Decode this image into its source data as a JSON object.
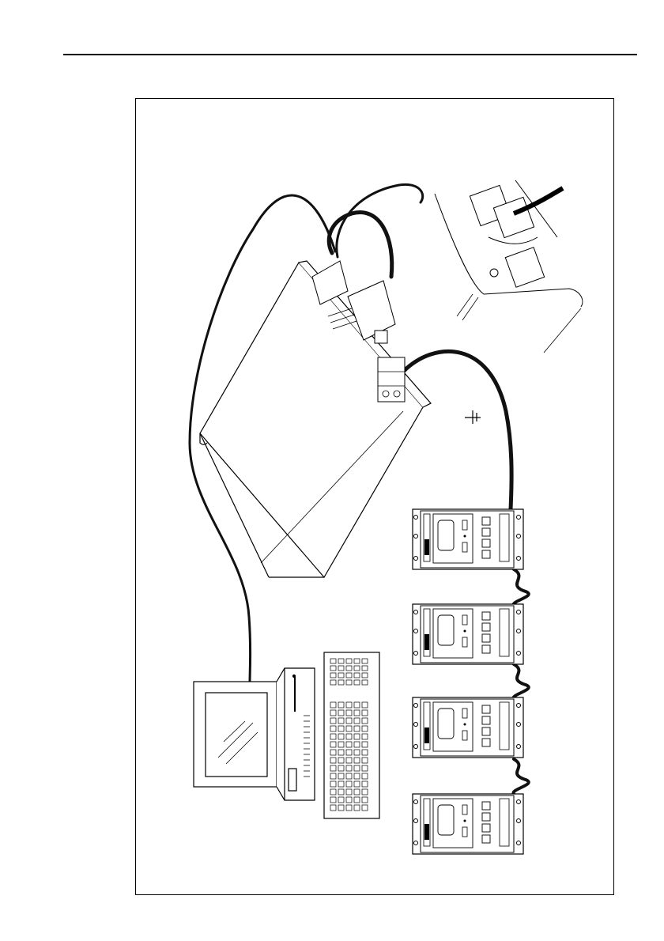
{
  "colors": {
    "line": "#000000",
    "background": "#ffffff",
    "cable": "#111111"
  },
  "icons": {
    "ground": "ground-symbol-icon",
    "pc": "desktop-computer-icon",
    "keyboard": "keyboard-icon",
    "interface": "interface-box-icon",
    "module": "control-module-icon"
  },
  "modules": [
    {
      "name": "module-1"
    },
    {
      "name": "module-2"
    },
    {
      "name": "module-3"
    },
    {
      "name": "module-4"
    }
  ]
}
